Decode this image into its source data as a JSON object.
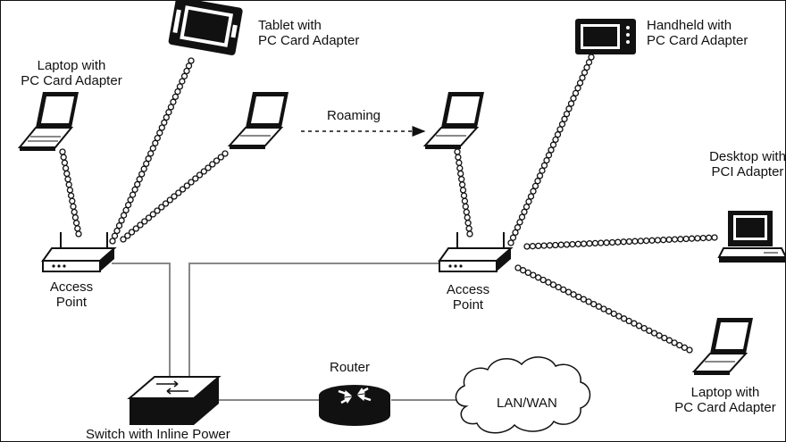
{
  "labels": {
    "laptop_left": [
      "Laptop with",
      "PC Card Adapter"
    ],
    "tablet": [
      "Tablet with",
      "PC Card Adapter"
    ],
    "handheld": [
      "Handheld with",
      "PC Card Adapter"
    ],
    "desktop": [
      "Desktop with",
      "PCI Adapter"
    ],
    "laptop_right": [
      "Laptop with",
      "PC Card Adapter"
    ],
    "roaming": "Roaming",
    "access_point_left": [
      "Access",
      "Point"
    ],
    "access_point_right": [
      "Access",
      "Point"
    ],
    "router": "Router",
    "switch": "Switch with Inline Power",
    "cloud": "LAN/WAN"
  },
  "colors": {
    "line": "#111111",
    "link": "#888888",
    "background": "#ffffff"
  }
}
